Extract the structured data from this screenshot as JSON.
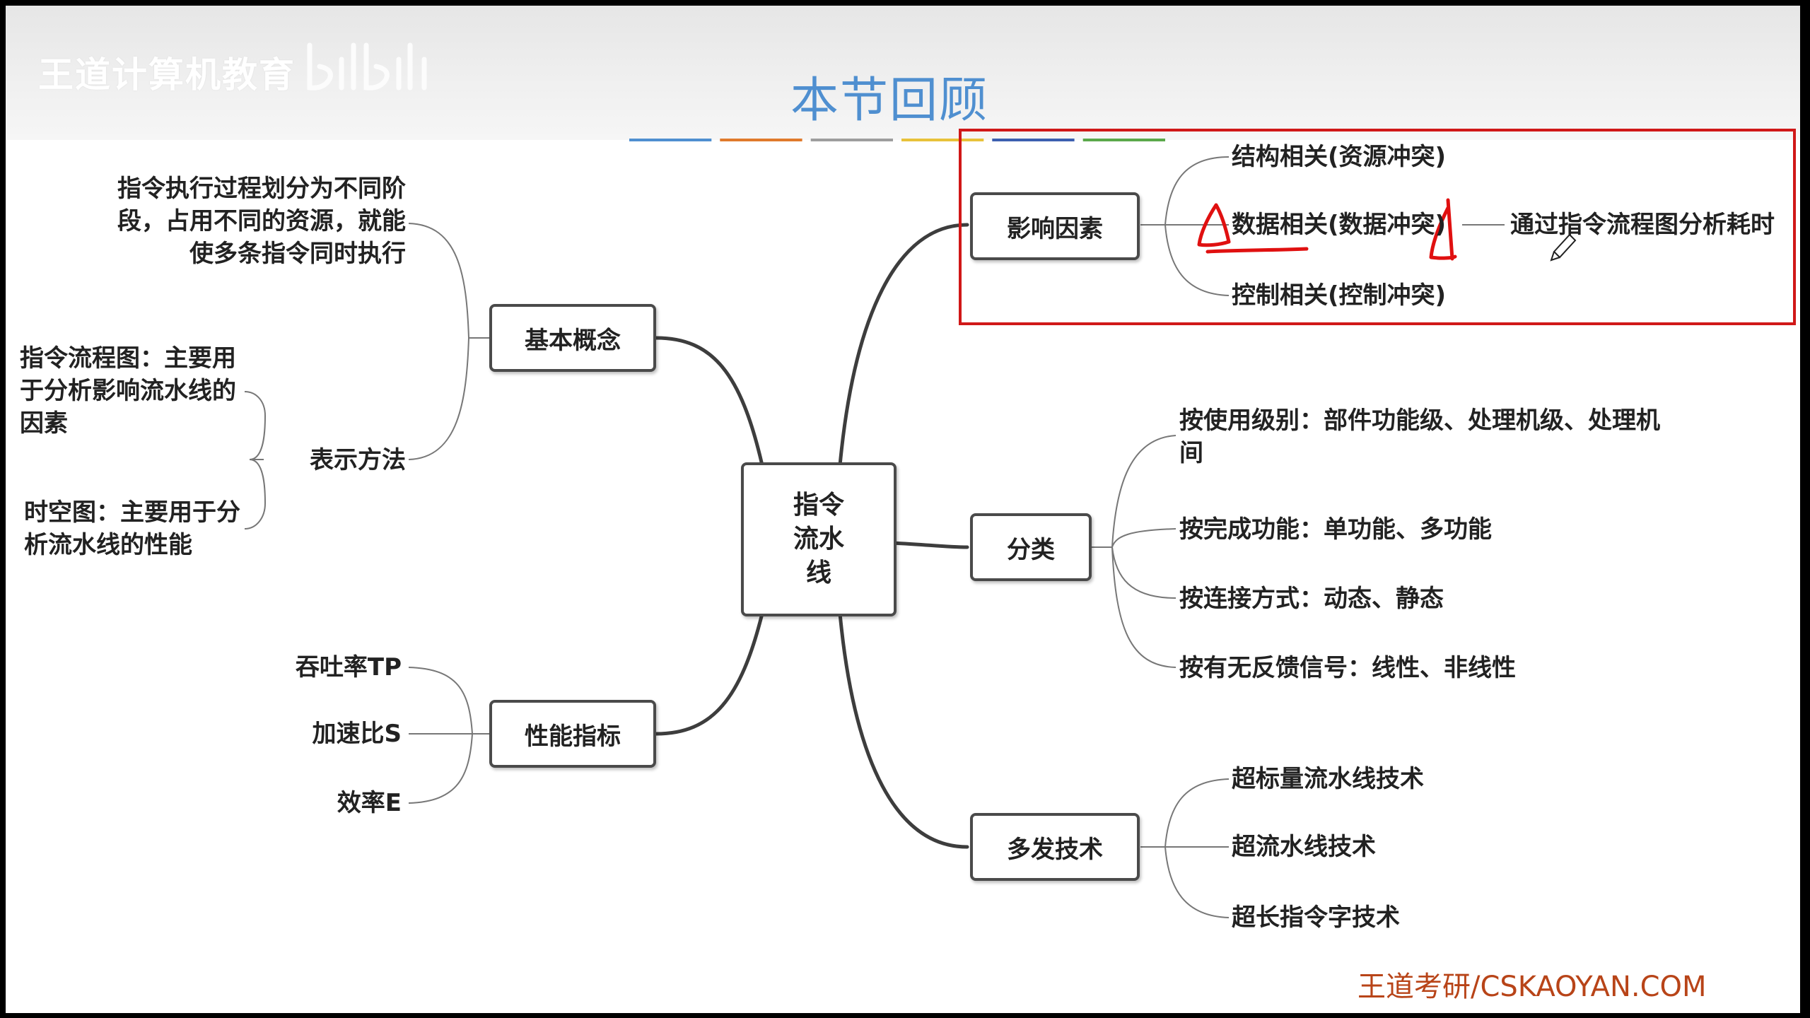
{
  "header": {
    "logo_text": "王道计算机教育",
    "title": "本节回顾",
    "underline_colors": [
      "#4f8fd0",
      "#e07a2c",
      "#9e9e9e",
      "#e8c23a",
      "#3c5fb0",
      "#5aa84a"
    ]
  },
  "center": {
    "label": "指令\n流水\n线"
  },
  "left": {
    "basic_concepts": {
      "label": "基本概念",
      "definition": "指令执行过程划分为不同阶段，占用不同的资源，就能使多条指令同时执行",
      "representation": {
        "label": "表示方法",
        "flowchart": "指令流程图：主要用于分析影响流水线的因素",
        "spacetime": "时空图：主要用于分析流水线的性能"
      }
    },
    "performance": {
      "label": "性能指标",
      "items": [
        "吞吐率TP",
        "加速比S",
        "效率E"
      ]
    }
  },
  "right": {
    "factors": {
      "label": "影响因素",
      "items": [
        "结构相关(资源冲突)",
        "数据相关(数据冲突)",
        "控制相关(控制冲突)"
      ],
      "note": "通过指令流程图分析耗时"
    },
    "classification": {
      "label": "分类",
      "items": [
        "按使用级别：部件功能级、处理机级、处理机间",
        "按完成功能：单功能、多功能",
        "按连接方式：动态、静态",
        "按有无反馈信号：线性、非线性"
      ]
    },
    "multi_issue": {
      "label": "多发技术",
      "items": [
        "超标量流水线技术",
        "超流水线技术",
        "超长指令字技术"
      ]
    }
  },
  "footer": {
    "brand": "王道考研/CSKAOYAN.COM"
  },
  "colors": {
    "title": "#4f8fd0",
    "highlight": "#d01818",
    "brand": "#b84418",
    "node_border": "#4a4a4a"
  }
}
